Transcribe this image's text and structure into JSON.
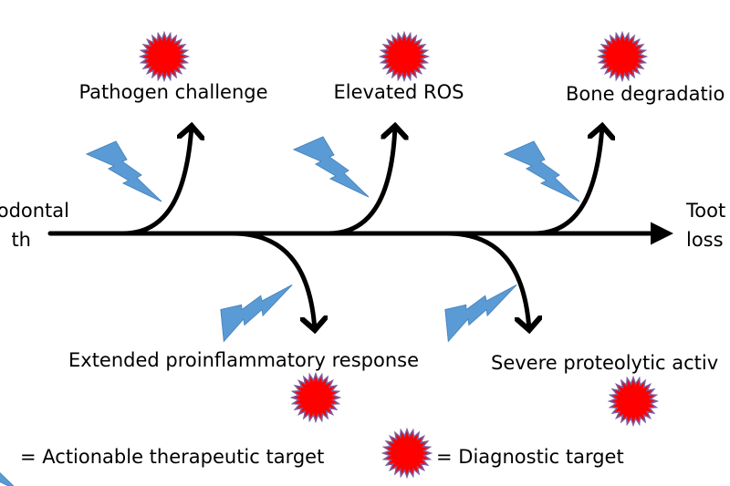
{
  "diagram": {
    "start_label": [
      "odontal",
      "th"
    ],
    "end_label": [
      "Toot",
      "loss"
    ],
    "upper_causes": [
      "Pathogen challenge",
      "Elevated ROS",
      "Bone degradatio"
    ],
    "lower_causes": [
      "Extended proinflammatory response",
      "Severe proteolytic activ"
    ],
    "colors": {
      "bolt": "#5b9bd5",
      "star_fill": "#ff0000",
      "star_outline": "#7d5a9c",
      "line": "#000000"
    }
  },
  "legend": {
    "therapeutic": "= Actionable therapeutic target",
    "diagnostic": "= Diagnostic target",
    "therapeutic_icon": "lightning-bolt",
    "diagnostic_icon": "red-starburst"
  }
}
